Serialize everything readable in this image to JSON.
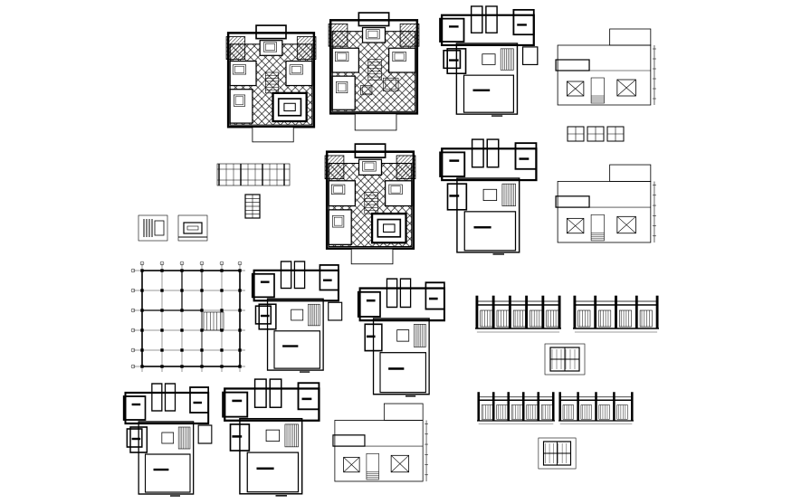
{
  "sheet": {
    "background": "#ffffff",
    "ink": "#000000",
    "annotations": []
  },
  "drawings": [
    {
      "name": "ground-floor-plan-furnished-1",
      "kind": "plan-furnished"
    },
    {
      "name": "first-floor-plan-furnished-1",
      "kind": "plan-furnished"
    },
    {
      "name": "floor-plan-1",
      "kind": "plan"
    },
    {
      "name": "roof-plan-1",
      "kind": "roof"
    },
    {
      "name": "window-detail-1",
      "kind": "detail"
    },
    {
      "name": "elevation-strip-1",
      "kind": "strip"
    },
    {
      "name": "door-detail-1",
      "kind": "detail"
    },
    {
      "name": "detail-1",
      "kind": "detail"
    },
    {
      "name": "detail-2",
      "kind": "detail"
    },
    {
      "name": "furnished-plan-2",
      "kind": "plan-furnished"
    },
    {
      "name": "floor-plan-2",
      "kind": "plan"
    },
    {
      "name": "roof-plan-2",
      "kind": "roof"
    },
    {
      "name": "column-grid-plan",
      "kind": "grid"
    },
    {
      "name": "floor-plan-3",
      "kind": "plan"
    },
    {
      "name": "floor-plan-4",
      "kind": "plan"
    },
    {
      "name": "section-1",
      "kind": "section"
    },
    {
      "name": "section-2",
      "kind": "section"
    },
    {
      "name": "detail-3",
      "kind": "detail"
    },
    {
      "name": "floor-plan-5",
      "kind": "plan"
    },
    {
      "name": "floor-plan-6",
      "kind": "plan"
    },
    {
      "name": "roof-plan-3",
      "kind": "roof"
    },
    {
      "name": "section-3",
      "kind": "section"
    },
    {
      "name": "section-4",
      "kind": "section"
    },
    {
      "name": "detail-4",
      "kind": "detail"
    }
  ]
}
